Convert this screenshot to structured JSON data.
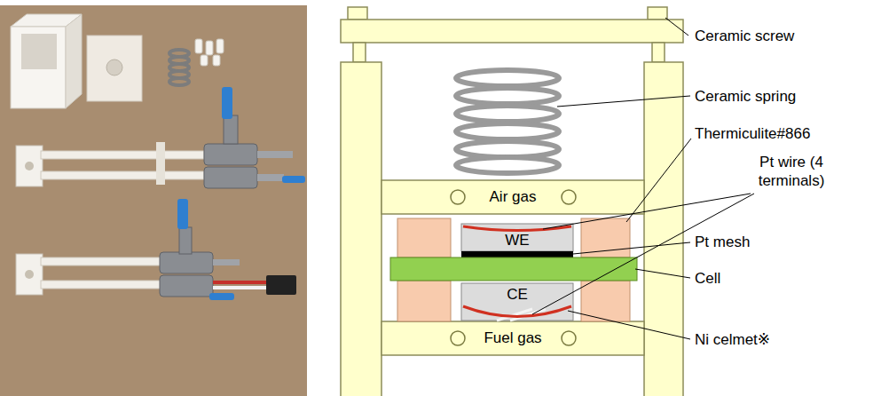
{
  "diagram": {
    "nodes": [
      {
        "text": [
          "Air gas"
        ]
      },
      {
        "text": [
          "WE"
        ]
      },
      {
        "text": [
          "CE"
        ]
      },
      {
        "text": [
          "Fuel gas"
        ]
      }
    ],
    "labels": [
      "Ceramic screw",
      "Ceramic spring",
      "Thermiculite#866",
      "Pt wire (4 terminals)",
      "Pt mesh",
      "Cell",
      "Ni celmet※"
    ]
  }
}
